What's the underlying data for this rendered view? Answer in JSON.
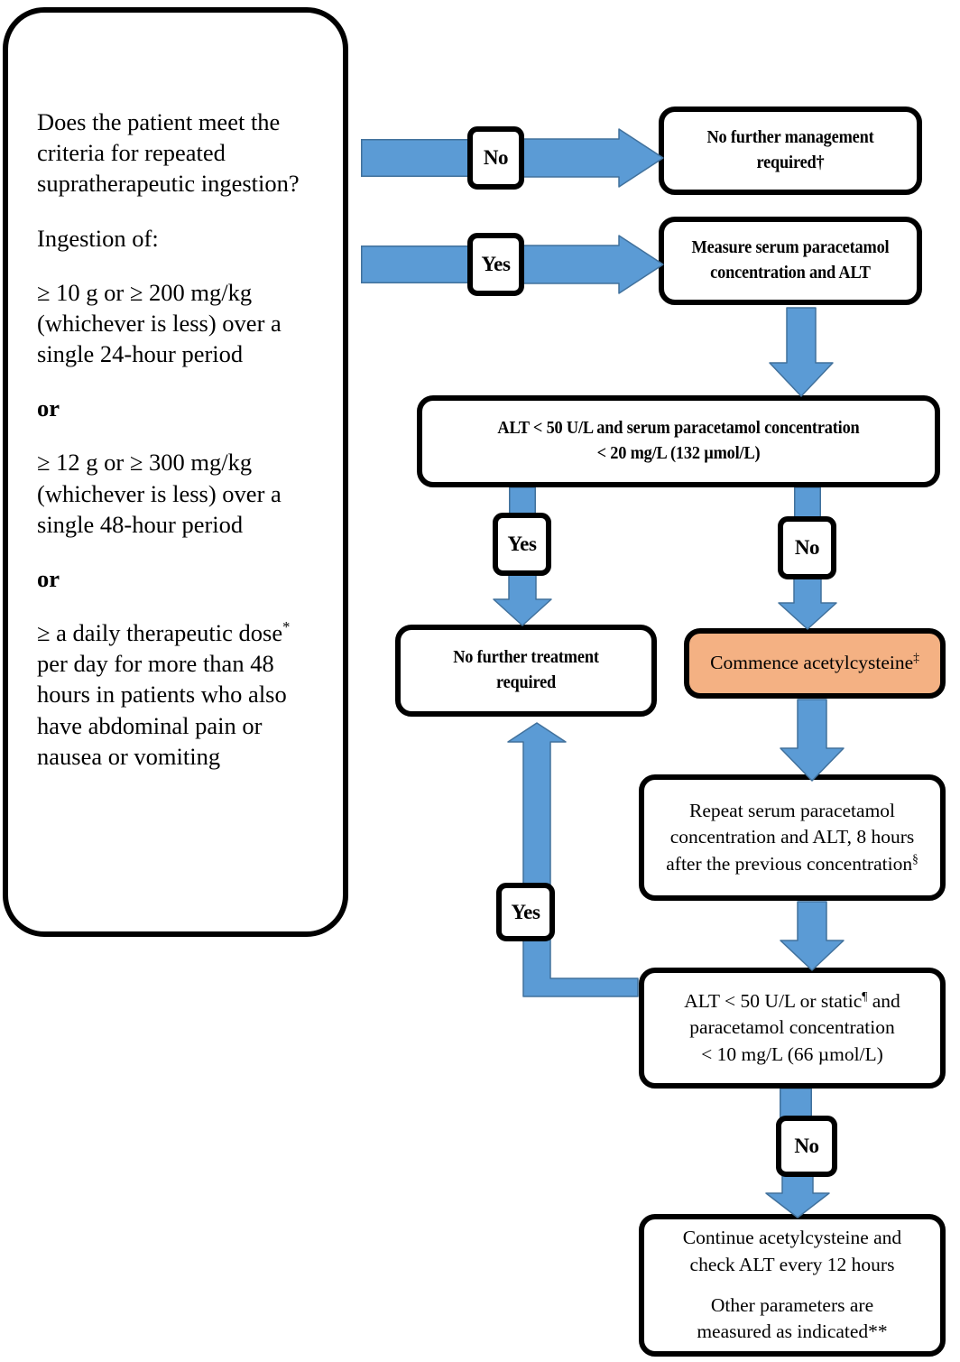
{
  "colors": {
    "arrow_fill": "#5B9BD5",
    "arrow_stroke": "#41719C",
    "highlight_fill": "#F4B183",
    "outline": "#000000",
    "background": "#FFFFFF"
  },
  "criteria_panel": {
    "question": "Does the patient meet the criteria for repeated supratherapeutic ingestion?",
    "lead_in": "Ingestion of:",
    "criterion_1": "≥ 10 g or ≥ 200 mg/kg (whichever is less) over a single 24-hour period",
    "or_1": "or",
    "criterion_2": "≥ 12 g or ≥ 300 mg/kg (whichever is less) over a single 48-hour period",
    "or_2": "or",
    "criterion_3_part1": "≥ a daily therapeutic dose",
    "criterion_3_marker": "*",
    "criterion_3_part2": " per day for more than 48 hours in patients who also have abdominal pain or nausea or vomiting"
  },
  "labels": {
    "no_1": "No",
    "yes_1": "Yes",
    "yes_2": "Yes",
    "no_2": "No",
    "yes_loop": "Yes",
    "no_3": "No"
  },
  "nodes": {
    "no_further_management": {
      "line1": "No further management",
      "line2": "required",
      "marker": "†"
    },
    "measure_serum": {
      "line1": "Measure serum paracetamol",
      "line2": "concentration and ALT"
    },
    "decision_alt_50": {
      "line1": "ALT < 50 U/L and serum paracetamol concentration",
      "line2": "< 20 mg/L (132 µmol/L)"
    },
    "no_further_treatment": {
      "line1": "No further treatment",
      "line2": "required"
    },
    "commence_acetylcysteine": {
      "line1": "Commence acetylcysteine",
      "marker": "‡"
    },
    "repeat_serum": {
      "line1": "Repeat serum paracetamol",
      "line2": "concentration and ALT, 8 hours",
      "line3": "after the previous concentration",
      "marker": "§"
    },
    "decision_alt_static": {
      "line1a": "ALT < 50 U/L or static",
      "line1_marker": "¶",
      "line1b": " and",
      "line2": "paracetamol concentration",
      "line3": "< 10 mg/L (66 µmol/L)"
    },
    "continue_acetylcysteine": {
      "line1": "Continue acetylcysteine and",
      "line2": "check ALT every 12 hours",
      "line3": "Other parameters are",
      "line4": "measured as indicated**"
    }
  }
}
